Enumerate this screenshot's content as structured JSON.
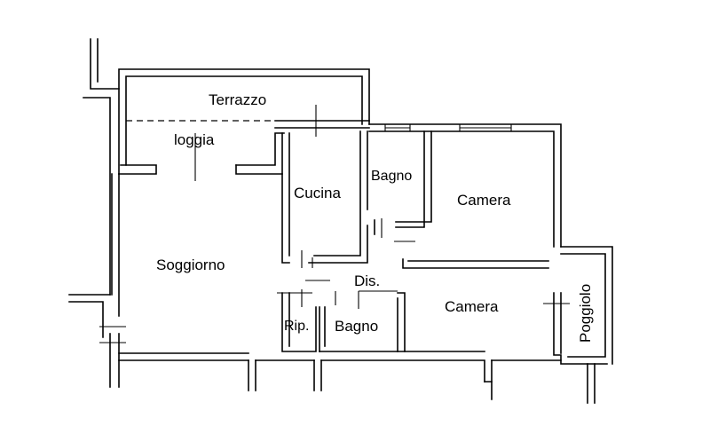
{
  "floorplan": {
    "rooms": {
      "terrazzo": "Terrazzo",
      "loggia": "loggia",
      "cucina": "Cucina",
      "bagno_1": "Bagno",
      "camera_1": "Camera",
      "soggiorno": "Soggiorno",
      "dis": "Dis.",
      "camera_2": "Camera",
      "rip": "Rip.",
      "bagno_2": "Bagno",
      "poggiolo": "Poggiolo"
    }
  }
}
